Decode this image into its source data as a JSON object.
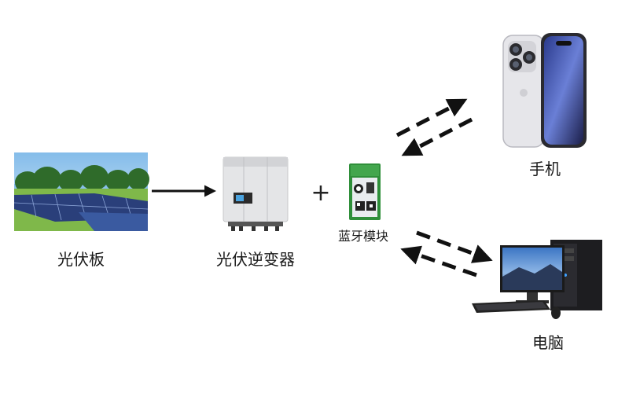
{
  "nodes": {
    "solar_panel": {
      "label": "光伏板"
    },
    "inverter": {
      "label": "光伏逆变器"
    },
    "bluetooth_module": {
      "label": "蓝牙模块"
    },
    "phone": {
      "label": "手机"
    },
    "computer": {
      "label": "电脑"
    }
  },
  "connectors": {
    "plus": "+"
  },
  "colors": {
    "arrow": "#111111",
    "sky": "#6fb6e8",
    "grass": "#7fb84a",
    "pcb": "#2f8f3a",
    "phone_body": "#e6e6ea",
    "phone_screen": "#1e2a6b",
    "monitor_screen": "#4a7fc0"
  }
}
